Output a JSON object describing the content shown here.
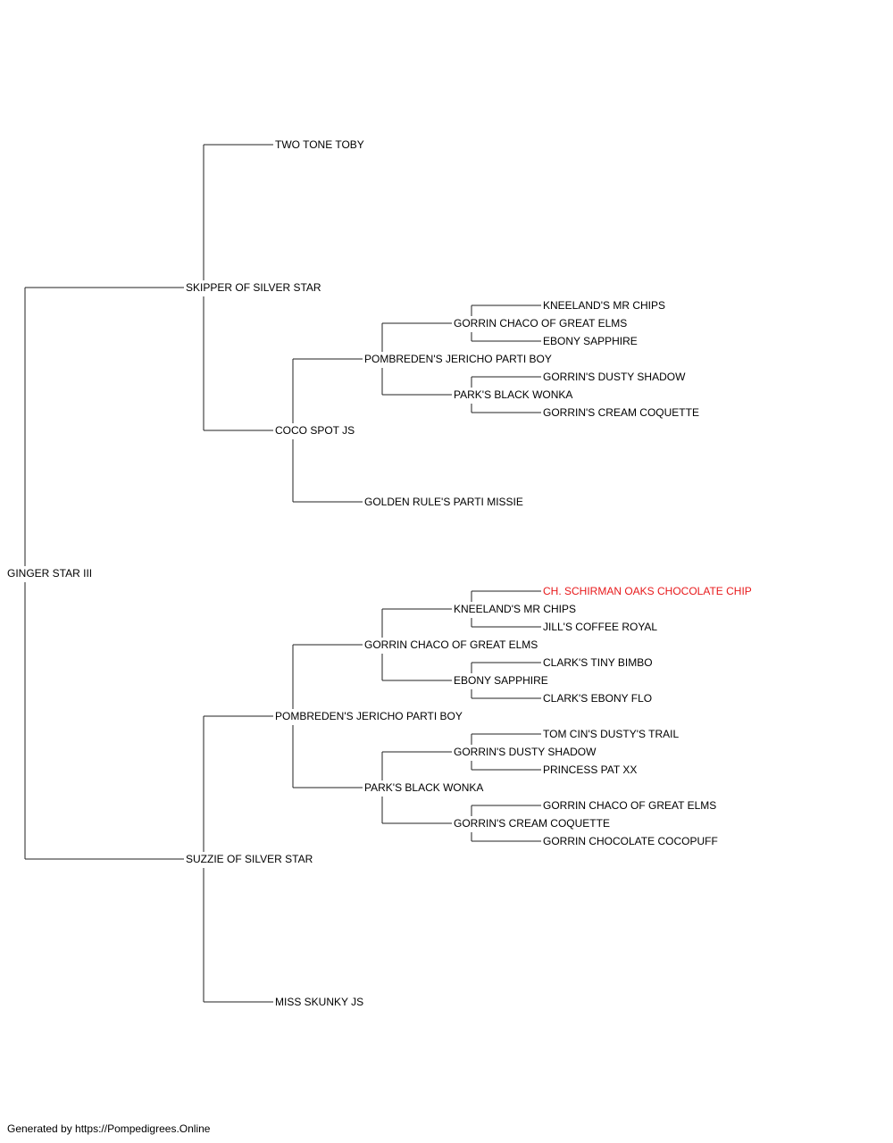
{
  "pedigree": {
    "name": "GINGER STAR III",
    "sire": {
      "name": "SKIPPER OF SILVER STAR",
      "sire": {
        "name": "TWO TONE TOBY"
      },
      "dam": {
        "name": "COCO SPOT JS",
        "sire": {
          "name": "POMBREDEN'S JERICHO PARTI BOY",
          "sire": {
            "name": "GORRIN CHACO OF GREAT ELMS",
            "sire": {
              "name": "KNEELAND'S MR CHIPS"
            },
            "dam": {
              "name": "EBONY SAPPHIRE"
            }
          },
          "dam": {
            "name": "PARK'S BLACK WONKA",
            "sire": {
              "name": "GORRIN'S DUSTY SHADOW"
            },
            "dam": {
              "name": "GORRIN'S CREAM COQUETTE"
            }
          }
        },
        "dam": {
          "name": "GOLDEN RULE'S PARTI MISSIE"
        }
      }
    },
    "dam": {
      "name": "SUZZIE OF SILVER STAR",
      "sire": {
        "name": "POMBREDEN'S JERICHO PARTI BOY",
        "sire": {
          "name": "GORRIN CHACO OF GREAT ELMS",
          "sire": {
            "name": "KNEELAND'S MR CHIPS",
            "sire": {
              "name": "CH. SCHIRMAN OAKS CHOCOLATE CHIP",
              "highlight": true
            },
            "dam": {
              "name": "JILL'S COFFEE ROYAL"
            }
          },
          "dam": {
            "name": "EBONY SAPPHIRE",
            "sire": {
              "name": "CLARK'S TINY BIMBO"
            },
            "dam": {
              "name": "CLARK'S EBONY FLO"
            }
          }
        },
        "dam": {
          "name": "PARK'S BLACK WONKA",
          "sire": {
            "name": "GORRIN'S DUSTY SHADOW",
            "sire": {
              "name": "TOM CIN'S DUSTY'S TRAIL"
            },
            "dam": {
              "name": "PRINCESS PAT XX"
            }
          },
          "dam": {
            "name": "GORRIN'S CREAM COQUETTE",
            "sire": {
              "name": "GORRIN CHACO OF GREAT ELMS"
            },
            "dam": {
              "name": "GORRIN CHOCOLATE COCOPUFF"
            }
          }
        }
      },
      "dam": {
        "name": "MISS SKUNKY JS"
      }
    }
  },
  "colors": {
    "highlight": "#e8191b",
    "line": "#222222",
    "text": "#000000"
  },
  "footer": {
    "text": "Generated by https://Pompedigrees.Online"
  }
}
